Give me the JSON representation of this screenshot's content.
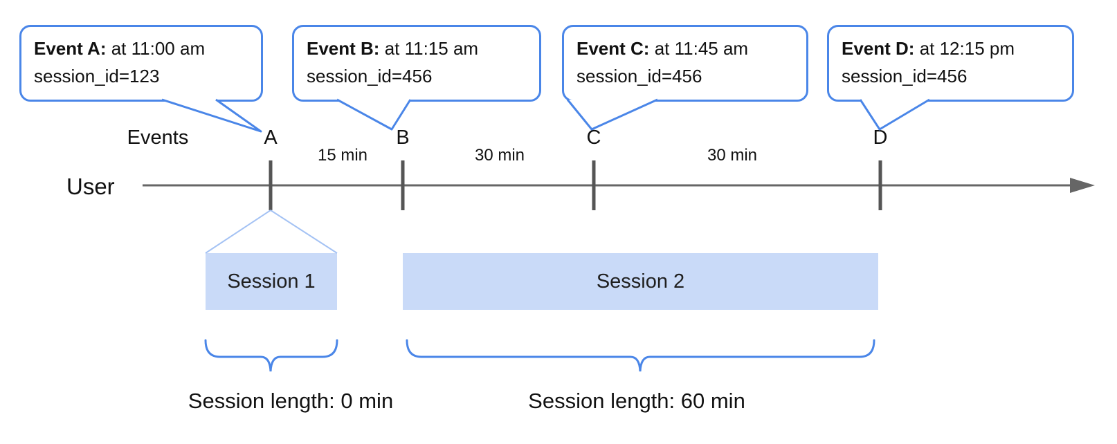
{
  "figure": {
    "background": "#ffffff",
    "accent_blue": "#4a86e8",
    "session_fill_blue": "#c9daf8",
    "funnel_line_blue": "#a4c2f4",
    "timeline_gray": "#666666",
    "tick_gray": "#555555",
    "text_color": "#111111"
  },
  "callouts": [
    {
      "id": "A",
      "title": "Event A:",
      "time_text": " at 11:00 am",
      "session_text": "session_id=123"
    },
    {
      "id": "B",
      "title": "Event B:",
      "time_text": " at 11:15 am",
      "session_text": "session_id=456"
    },
    {
      "id": "C",
      "title": "Event C:",
      "time_text": " at 11:45 am",
      "session_text": "session_id=456"
    },
    {
      "id": "D",
      "title": "Event D:",
      "time_text": " at 12:15 pm",
      "session_text": "session_id=456"
    }
  ],
  "timeline": {
    "events_label": "Events",
    "user_label": "User",
    "markers": [
      "A",
      "B",
      "C",
      "D"
    ],
    "intervals": [
      "15 min",
      "30 min",
      "30 min"
    ]
  },
  "sessions": [
    {
      "label": "Session 1",
      "length_label": "Session length: 0 min"
    },
    {
      "label": "Session 2",
      "length_label": "Session length: 60 min"
    }
  ]
}
